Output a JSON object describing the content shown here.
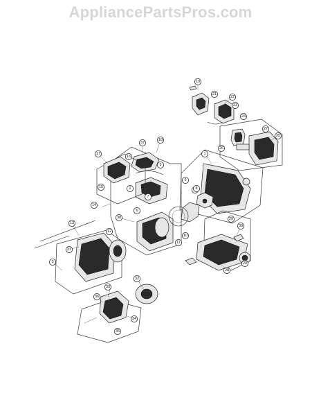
{
  "watermark": "AppliancePartsPros.com",
  "callouts": [
    "1",
    "2",
    "3",
    "4",
    "5",
    "6",
    "7",
    "8",
    "9",
    "10",
    "11",
    "12",
    "13",
    "14",
    "15",
    "16",
    "17",
    "18",
    "19",
    "20",
    "21",
    "22",
    "23",
    "24",
    "25",
    "26",
    "27",
    "28",
    "29",
    "30",
    "31",
    "32",
    "33",
    "34",
    "35",
    "36",
    "37",
    "38"
  ]
}
